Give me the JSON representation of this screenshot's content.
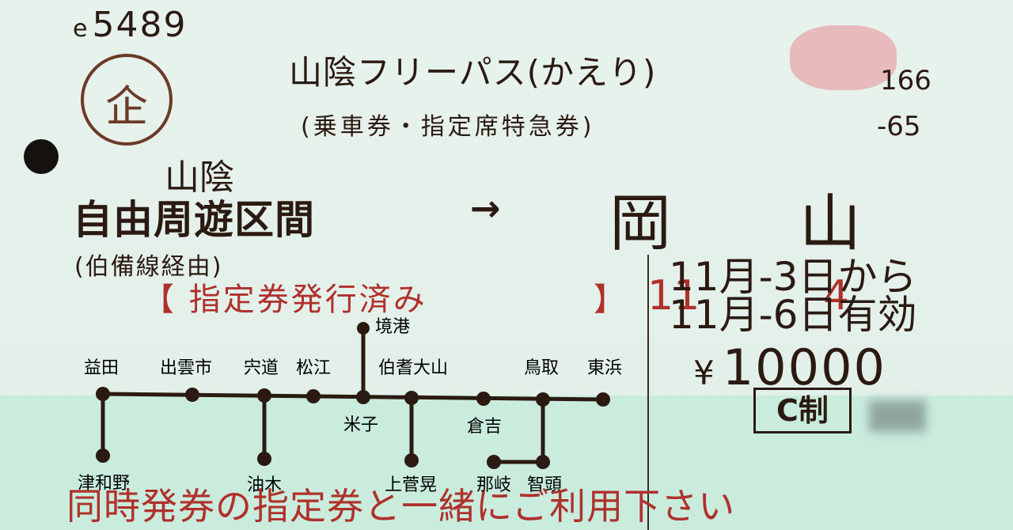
{
  "ticket": {
    "serial_prefix": "e",
    "serial": "5489",
    "seal_char": "企",
    "title": "山陰フリーパス(かえり)",
    "subtitle": "(乗車券・指定席特急券)",
    "code1": "166",
    "code2": "-65",
    "area_line1": "山陰",
    "area_line2": "自由周遊区間",
    "via": "(伯備線経由)",
    "arrow": "→",
    "dest_char1": "岡",
    "dest_char2": "山",
    "issued_note": "【 指定券発行済み",
    "issued_bracket_close": "】",
    "valid_from": "11月-3日から",
    "valid_to": "11月-6日有効",
    "overprint": "11",
    "overprint2": "4",
    "price_symbol": "¥",
    "price": "10000",
    "class_mark": "C制",
    "footer": "同時発券の指定券と一緒にご利用下さい"
  },
  "route_map": {
    "stations": [
      "益田",
      "出雲市",
      "宍道",
      "松江",
      "米子",
      "伯耆大山",
      "倉吉",
      "鳥取",
      "東浜",
      "境港",
      "津和野",
      "油木",
      "上菅晃",
      "那岐",
      "智頭"
    ]
  },
  "colors": {
    "ink": "#2b1a12",
    "red": "#b0302c",
    "band": "#c9ecdd",
    "paper": "#e3f0e9"
  }
}
